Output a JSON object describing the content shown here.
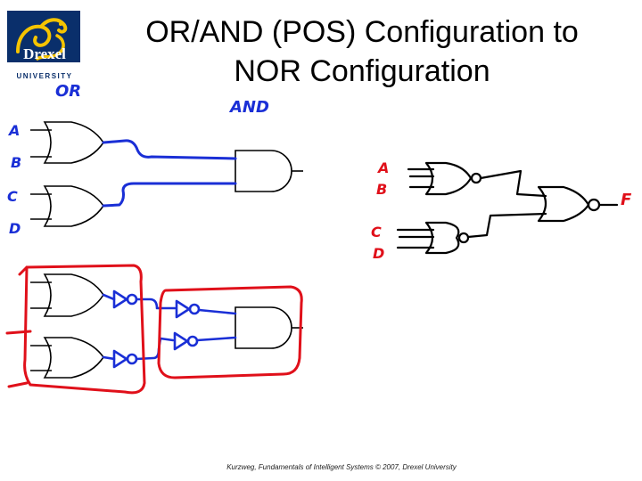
{
  "slide": {
    "title_line1": "OR/AND (POS) Configuration to",
    "title_line2": "NOR Configuration",
    "footer": "Kurzweg, Fundamentals of Intelligent Systems © 2007, Drexel University"
  },
  "logo": {
    "name": "Drexel",
    "sub": "UNIVERSITY",
    "icon": "dragon-icon",
    "color": "#0a2f6b",
    "accent": "#f5c400"
  },
  "handwritten": {
    "or_note": "OR",
    "and_note": "AND",
    "input_a": "A",
    "input_b": "B",
    "input_c": "C",
    "input_d": "D",
    "right_a": "A",
    "right_b": "B",
    "right_c": "C",
    "right_d": "D",
    "output_f": "F"
  },
  "colors": {
    "gate_ink": "#000000",
    "blue_ink": "#1a2fd6",
    "red_ink": "#e0101a"
  }
}
